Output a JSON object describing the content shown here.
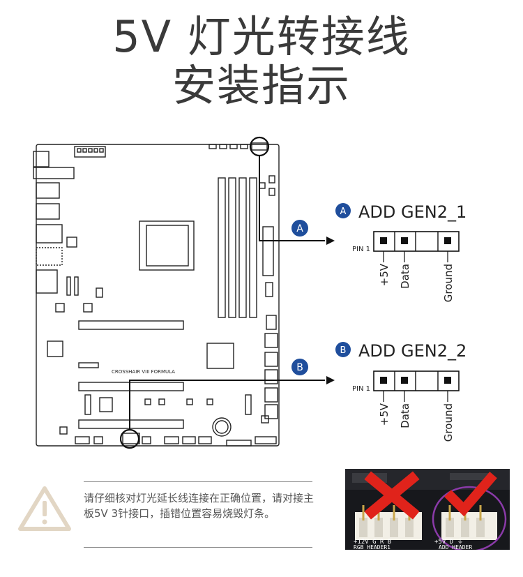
{
  "title": {
    "line1": "5V 灯光转接线",
    "line2": "安装指示"
  },
  "board": {
    "model_text": "CROSSHAIR VIII FORMULA"
  },
  "connectors": [
    {
      "badge": "A",
      "name": "ADD GEN2_1",
      "pin1_label": "PIN 1",
      "pins": [
        "+5V",
        "Data",
        "",
        "Ground"
      ]
    },
    {
      "badge": "B",
      "name": "ADD GEN2_2",
      "pin1_label": "PIN 1",
      "pins": [
        "+5V",
        "Data",
        "",
        "Ground"
      ]
    }
  ],
  "warning": {
    "icon": "warning-triangle-icon",
    "text": "请仔细核对灯光延长线连接在正确位置，请对接主板5V 3针接口，插错位置容易烧毁灯条。"
  },
  "photo": {
    "left_header": {
      "pins": "+12V G  R  B",
      "name": "RGB_HEADER1",
      "mark": "cross-icon"
    },
    "right_header": {
      "pins": "+5V D    ⏚",
      "name": "ADD_HEADER",
      "mark": "check-icon"
    }
  },
  "colors": {
    "badge": "#1f4e9c",
    "cross": "#e0231b",
    "check": "#e0231b",
    "warning_icon": "#e2d6c4",
    "purple_circle": "#8a3aa8"
  }
}
